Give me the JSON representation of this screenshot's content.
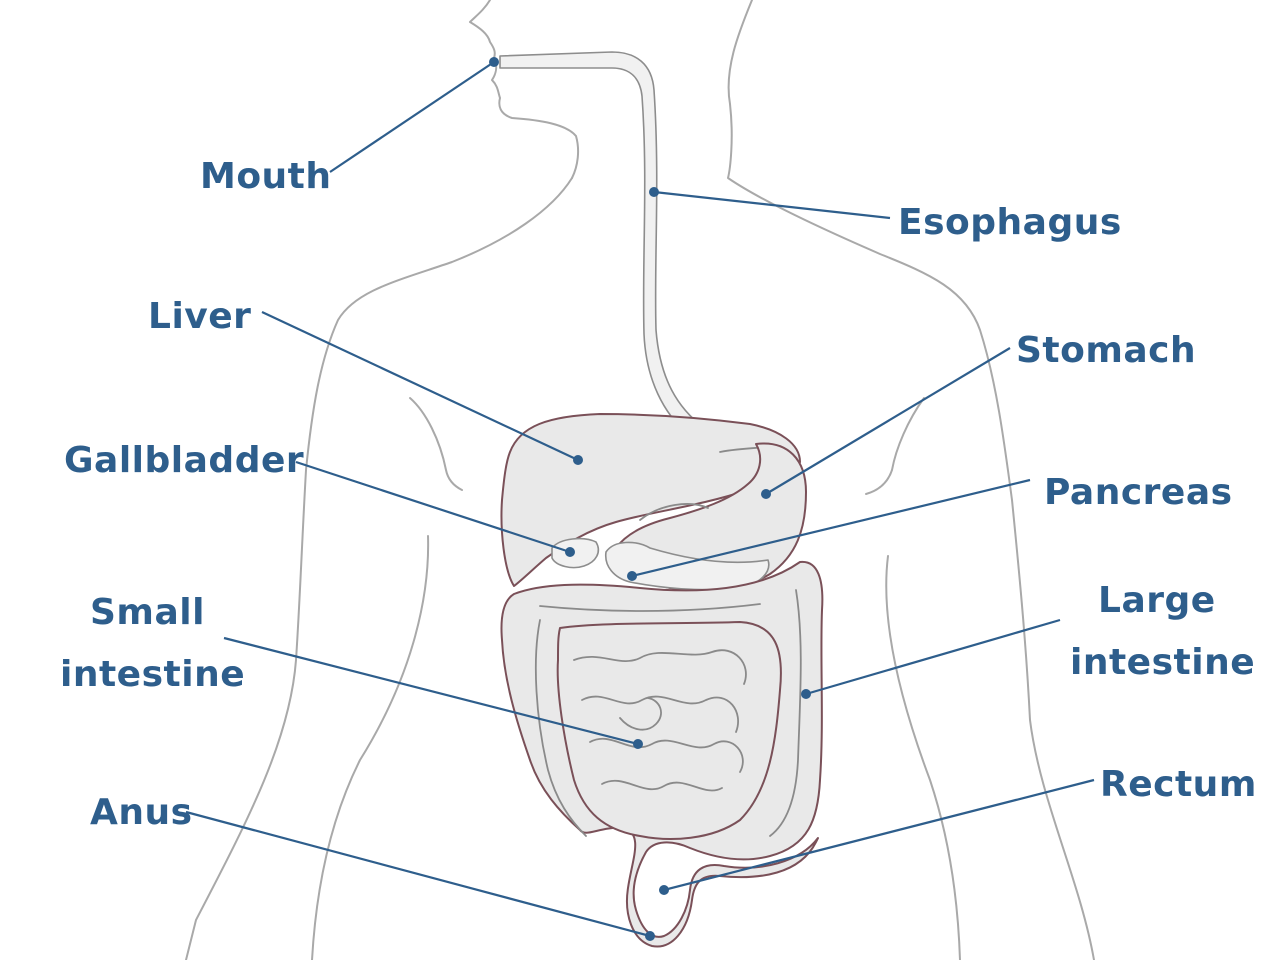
{
  "labels": {
    "mouth": "Mouth",
    "esophagus": "Esophagus",
    "liver": "Liver",
    "stomach": "Stomach",
    "gallbladder": "Gallbladder",
    "pancreas": "Pancreas",
    "small_intestine_line1": "Small",
    "small_intestine_line2": "intestine",
    "large_intestine_line1": "Large",
    "large_intestine_line2": "intestine",
    "anus": "Anus",
    "rectum": "Rectum"
  },
  "colors": {
    "label": "#2e5e8c",
    "body_outline": "#a9a9a9",
    "organ_fill": "#e9e9e9",
    "organ_stroke": "#7a5058"
  }
}
